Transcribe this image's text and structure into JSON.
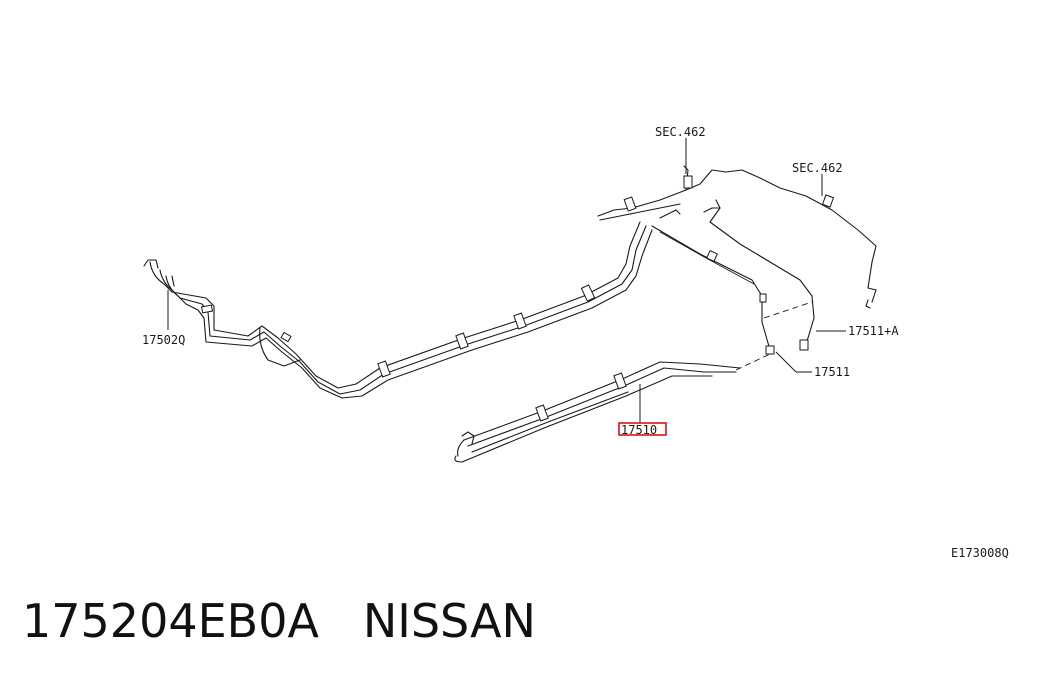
{
  "diagram": {
    "labels": {
      "sec_top": "SEC.462",
      "sec_right": "SEC.462",
      "part_17502q": "17502Q",
      "part_17511a": "17511+A",
      "part_17511": "17511",
      "part_17510": "17510",
      "figure_code": "E173008Q"
    },
    "highlight_color": "#e01010"
  },
  "caption": {
    "part_number": "175204EB0A",
    "brand": "NISSAN",
    "separator": "   "
  }
}
